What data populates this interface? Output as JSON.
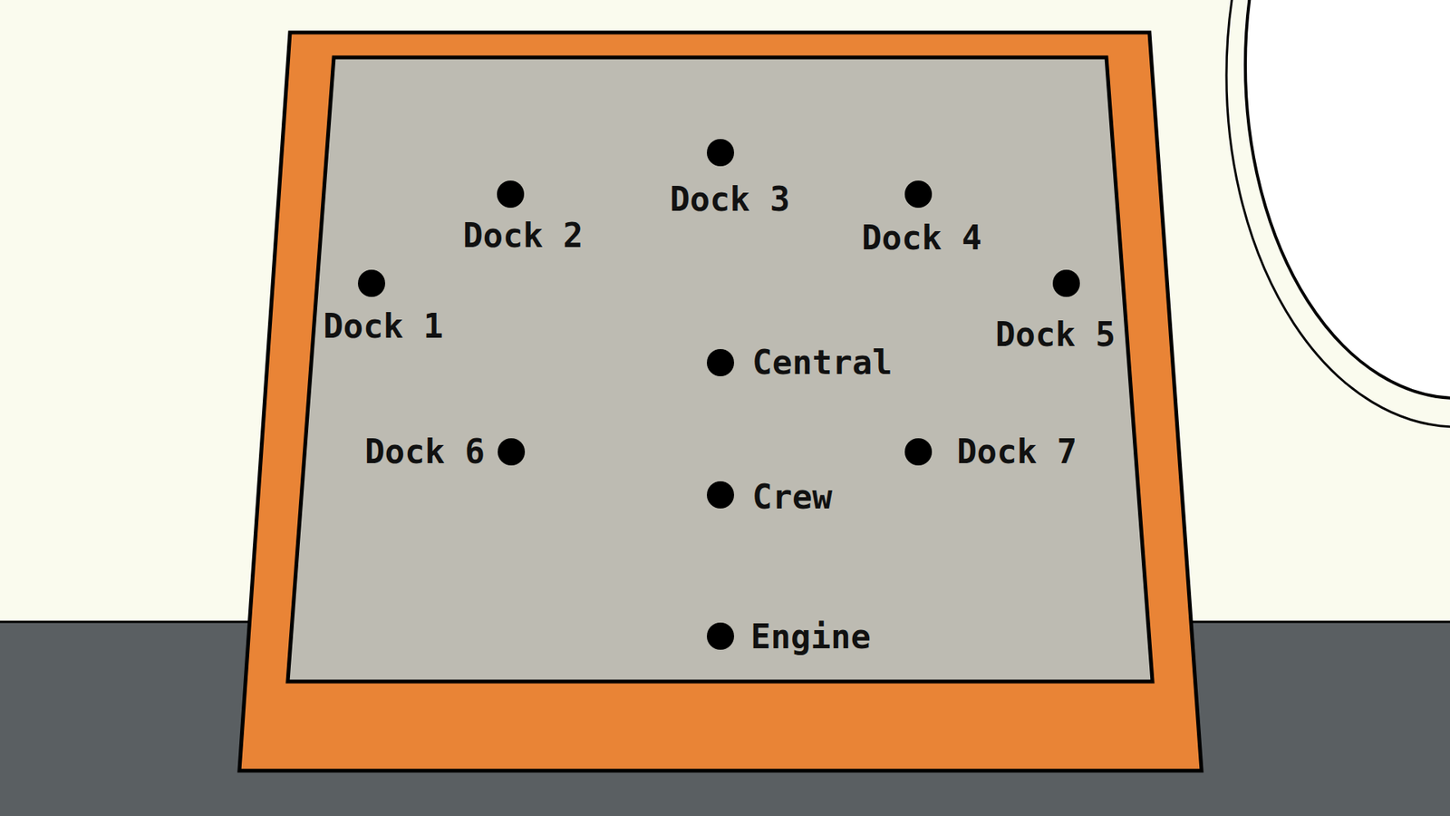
{
  "diagram": {
    "labels": [
      "Dock 3",
      "Dock 2",
      "Dock 4",
      "Dock 1",
      "Dock 5",
      "Central",
      "Dock 6",
      "Dock 7",
      "Crew",
      "Engine"
    ]
  }
}
